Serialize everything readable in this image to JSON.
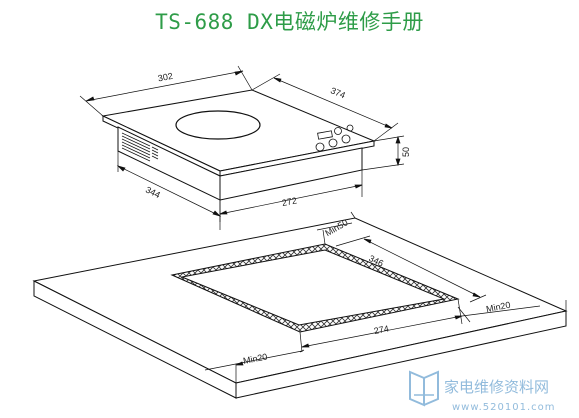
{
  "title": "TS-688 DX电磁炉维修手册",
  "dimensions": {
    "top_width": "302",
    "top_depth": "374",
    "height": "50",
    "body_depth": "344",
    "body_width": "272",
    "cutout_clearance_back": "Min50",
    "cutout_depth": "346",
    "cutout_clearance_right": "Min20",
    "cutout_width": "274",
    "cutout_clearance_front": "Min20"
  },
  "watermark": {
    "text": "家电维修资料网",
    "url": "www.520101.com"
  },
  "colors": {
    "title": "#2e9c48",
    "watermark": "#7fb0d6"
  }
}
